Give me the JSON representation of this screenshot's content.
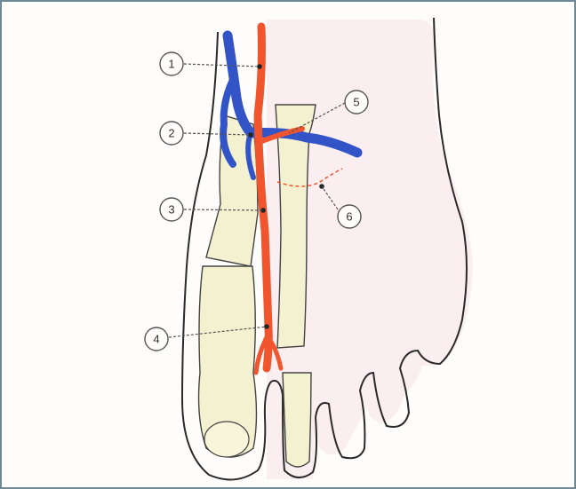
{
  "colors": {
    "frame": "#6e8896",
    "skin": "#fbeef0",
    "bone": "#f3f1cf",
    "vein": "#3354c6",
    "artery": "#f0552e",
    "outline": "#2a2a2a",
    "leader": "#555555"
  },
  "callouts": [
    "1",
    "2",
    "3",
    "4",
    "5",
    "6"
  ]
}
